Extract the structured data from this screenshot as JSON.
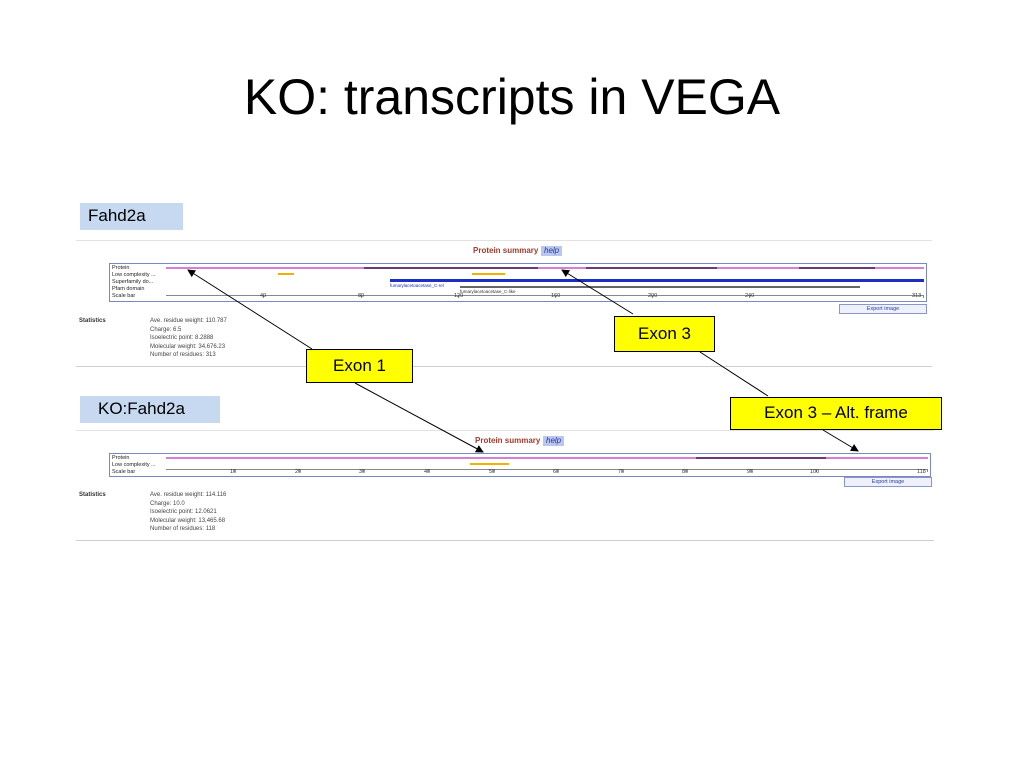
{
  "slide": {
    "title": "KO: transcripts in VEGA"
  },
  "panels": {
    "wildtype": {
      "gene_label": "Fahd2a",
      "summary_title": "Protein summary",
      "help": "help",
      "tracks": [
        "Protein",
        "Low complexity ...",
        "Superfamily do...",
        "Pfam domain",
        "Scale bar"
      ],
      "domain_labels": [
        "fumarylacetoacetase_C-rel",
        "fumarylacetoacetase_C-like"
      ],
      "scale_ticks": [
        "40",
        "80",
        "120",
        "160",
        "200",
        "240",
        "313"
      ],
      "export": "Export image",
      "stats_label": "Statistics",
      "stats": [
        "Ave. residue weight: 110.787",
        "Charge: 6.5",
        "Isoelectric point: 8.2888",
        "Molecular weight: 34,676.23",
        "Number of residues: 313"
      ]
    },
    "knockout": {
      "gene_label": "KO:Fahd2a",
      "summary_title": "Protein summary",
      "help": "help",
      "tracks": [
        "Protein",
        "Low complexity ...",
        "Scale bar"
      ],
      "scale_ticks": [
        "10",
        "20",
        "30",
        "40",
        "50",
        "60",
        "70",
        "80",
        "90",
        "100",
        "118"
      ],
      "export": "Export image",
      "stats_label": "Statistics",
      "stats": [
        "Ave. residue weight: 114.116",
        "Charge: 10.0",
        "Isoelectric point: 12.0621",
        "Molecular weight: 13,465.68",
        "Number of residues: 118"
      ]
    }
  },
  "callouts": {
    "exon1": "Exon 1",
    "exon3": "Exon 3",
    "exon3_alt": "Exon 3 – Alt. frame"
  },
  "colors": {
    "label_bg": "#c6d9f1",
    "callout_bg": "#ffff00",
    "protein_light": "#d77ed7",
    "protein_dark": "#6b3a78",
    "low_complexity": "#f2b000",
    "superfamily": "#1c2fc4",
    "pfam": "#666666",
    "help_badge": "#b9c6ee"
  },
  "icons": [
    "arrow-icon"
  ]
}
